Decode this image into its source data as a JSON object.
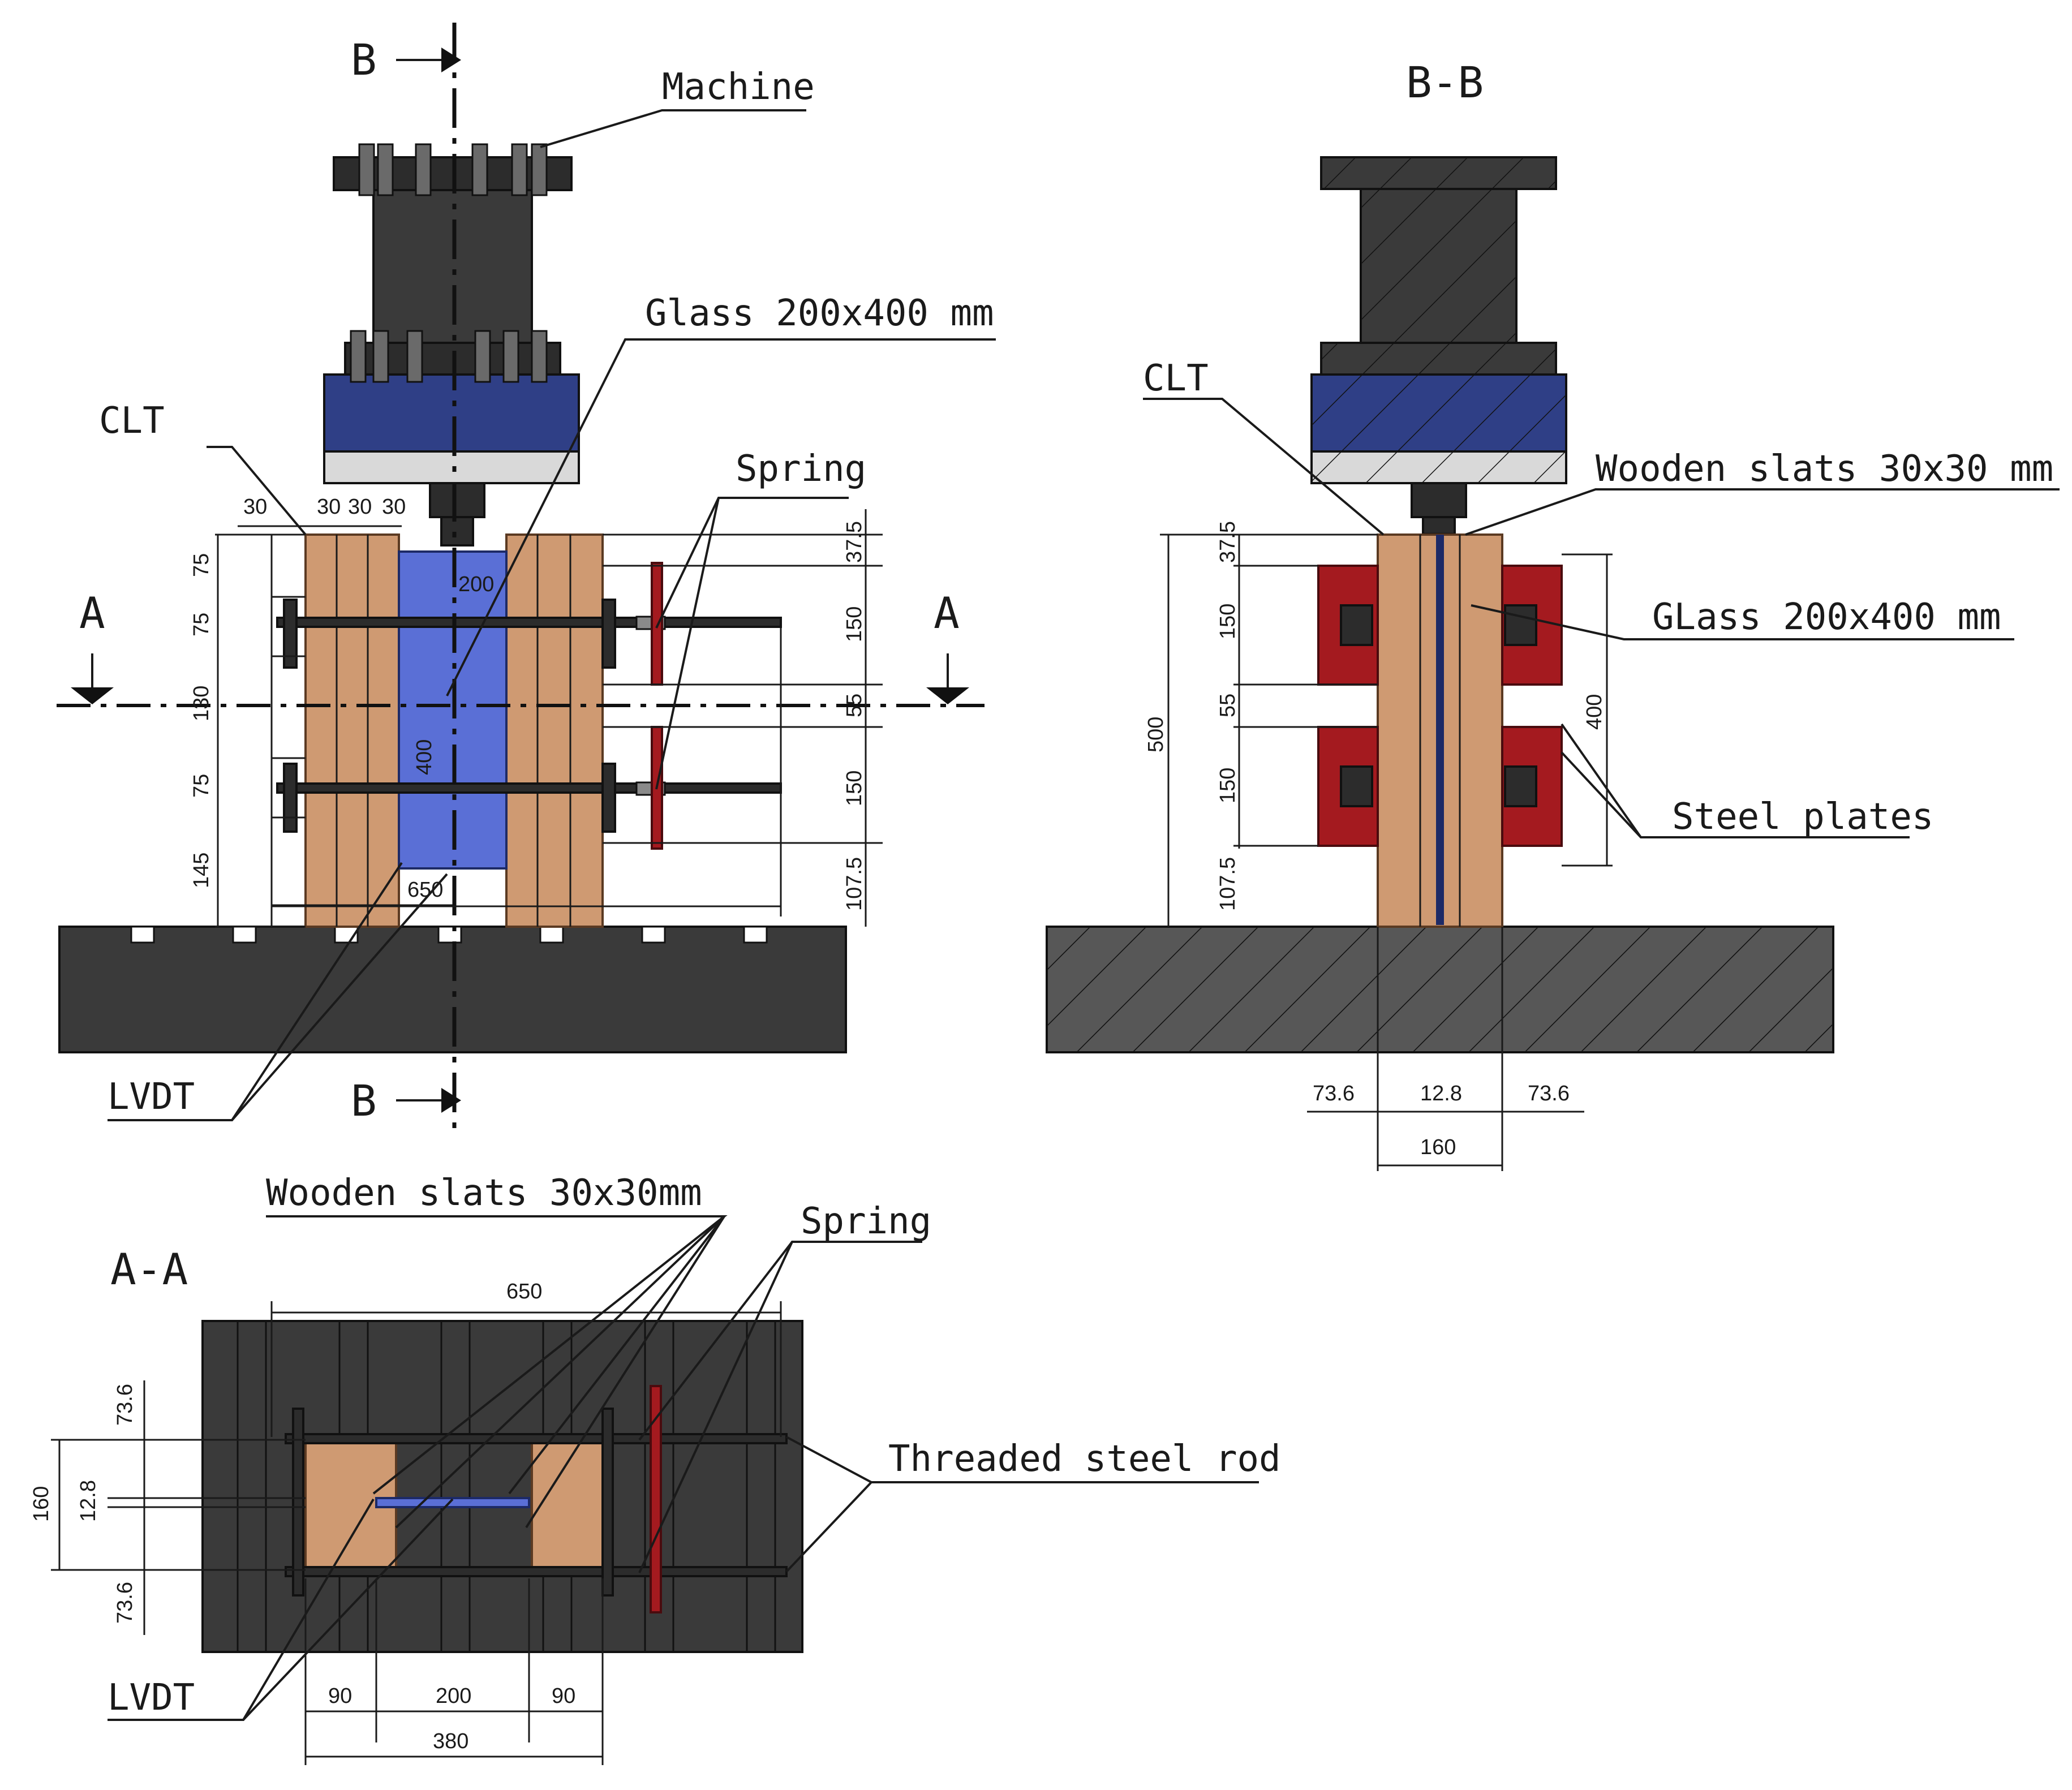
{
  "sections": {
    "b_top": "B",
    "b_bottom": "B",
    "a_left": "A",
    "a_right": "A",
    "bb_title": "B-B",
    "aa_title": "A-A"
  },
  "labels": {
    "machine": "Machine",
    "glass_front": "Glass 200x400 mm",
    "clt_front": "CLT",
    "spring_front": "Spring",
    "lvdt_front": "LVDT",
    "clt_side": "CLT",
    "wooden_slats_side": "Wooden slats 30x30 mm",
    "glass_side": "GLass 200x400 mm",
    "steel_plates": "Steel plates",
    "wooden_slats_plan": "Wooden slats 30x30mm",
    "spring_plan": "Spring",
    "threaded_rod": "Threaded steel rod",
    "lvdt_plan": "LVDT"
  },
  "dims_front": {
    "w30a": "30",
    "w30b": "30",
    "w30c": "30",
    "w30d": "30",
    "glass_w": "200",
    "glass_h": "400",
    "base_w": "650",
    "l75a": "75",
    "l75b": "75",
    "l130": "130",
    "l75c": "75",
    "l145": "145",
    "r375": "37.5",
    "r150a": "150",
    "r55": "55",
    "r150b": "150",
    "r1075": "107.5"
  },
  "dims_side": {
    "h500": "500",
    "h375": "37.5",
    "h150a": "150",
    "h55": "55",
    "h150b": "150",
    "h1075": "107.5",
    "h400": "400",
    "w736a": "73.6",
    "w128": "12.8",
    "w736b": "73.6",
    "w160": "160"
  },
  "dims_plan": {
    "top650": "650",
    "v736a": "73.6",
    "v160": "160",
    "v128": "12.8",
    "v736b": "73.6",
    "b90a": "90",
    "b200": "200",
    "b90b": "90",
    "b380": "380"
  }
}
